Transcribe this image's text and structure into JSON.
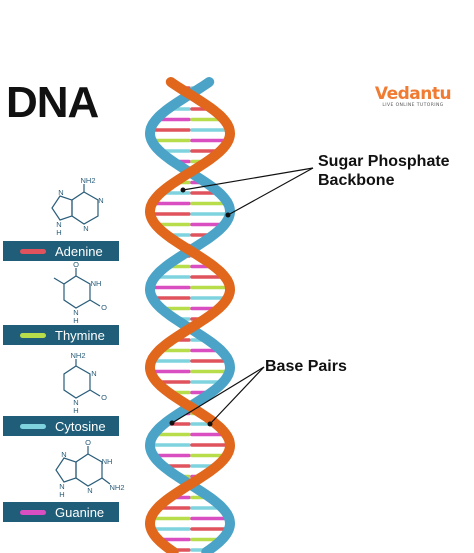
{
  "title": "DNA",
  "brand": {
    "name": "Vedantu",
    "tagline": "LIVE ONLINE TUTORING"
  },
  "legend": [
    {
      "label": "Adenine",
      "color": "#e0535d"
    },
    {
      "label": "Thymine",
      "color": "#b8dd4a"
    },
    {
      "label": "Cytosine",
      "color": "#7ed3de"
    },
    {
      "label": "Guanine",
      "color": "#d94fc1"
    }
  ],
  "molecules": {
    "adenine": {
      "top_group": "NH2",
      "atoms": [
        "N",
        "N",
        "N",
        "N",
        "H"
      ]
    },
    "thymine": {
      "top_group": "O",
      "side_group": "O",
      "atoms": [
        "NH",
        "N",
        "H"
      ]
    },
    "cytosine": {
      "top_group": "NH2",
      "side_group": "O",
      "atoms": [
        "N",
        "N",
        "H"
      ]
    },
    "guanine": {
      "top_group": "O",
      "side_group": "NH2",
      "atoms": [
        "N",
        "NH",
        "N",
        "N",
        "H"
      ]
    }
  },
  "callouts": {
    "backbone": [
      "Sugar Phosphate",
      "Backbone"
    ],
    "base_pairs": "Base Pairs"
  },
  "colors": {
    "strand_orange": "#e0671c",
    "strand_blue": "#4ba3c7",
    "legend_bg": "#1f5d78"
  }
}
